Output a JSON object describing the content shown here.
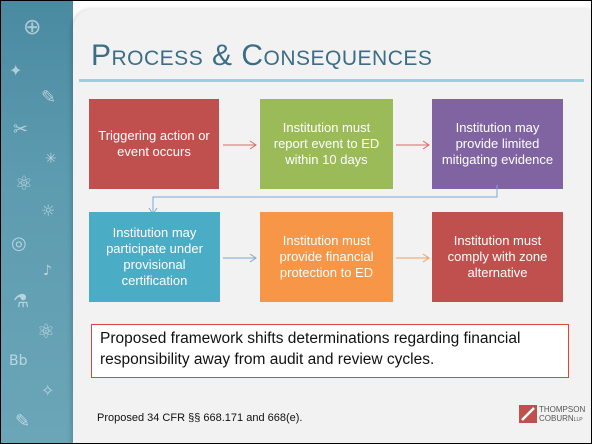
{
  "title": "Process & Consequences",
  "flow": {
    "steps": [
      {
        "label": "Triggering action or event occurs",
        "color": "#c0504d"
      },
      {
        "label": "Institution must report event to ED within 10 days",
        "color": "#9bbb59"
      },
      {
        "label": "Institution may provide limited mitigating evidence",
        "color": "#8064a2"
      },
      {
        "label": "Institution may participate under provisional certification",
        "color": "#4bacc6"
      },
      {
        "label": "Institution must provide financial protection to ED",
        "color": "#f79646"
      },
      {
        "label": "Institution must comply with zone alternative",
        "color": "#c0504d"
      }
    ]
  },
  "note": "Proposed framework shifts determinations regarding financial responsibility away from audit and review cycles.",
  "footer": "Proposed 34 CFR §§ 668.171 and 668(e).",
  "logo": {
    "line1": "THOMPSON",
    "line2": "COBURN",
    "suffix": "LLP"
  },
  "colors": {
    "title": "#3b6e86",
    "rule": "#9bd0df",
    "arrow_a": "#e06666",
    "arrow_b": "#7fa7d9",
    "note_border": "#e0443f"
  }
}
